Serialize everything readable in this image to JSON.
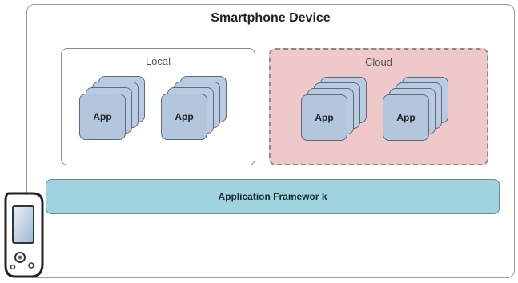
{
  "device": {
    "title": "Smartphone Device"
  },
  "groups": [
    {
      "label": "Local",
      "apps": [
        "App",
        "App"
      ]
    },
    {
      "label": "Cloud",
      "apps": [
        "App",
        "App"
      ]
    }
  ],
  "framework": {
    "label": "Application Framewor k"
  },
  "colors": {
    "app_card": "#b3c6dc",
    "cloud_fill": "#efc9c9",
    "framework_fill": "#9fd3df"
  },
  "icons": [
    "smartphone-icon"
  ]
}
